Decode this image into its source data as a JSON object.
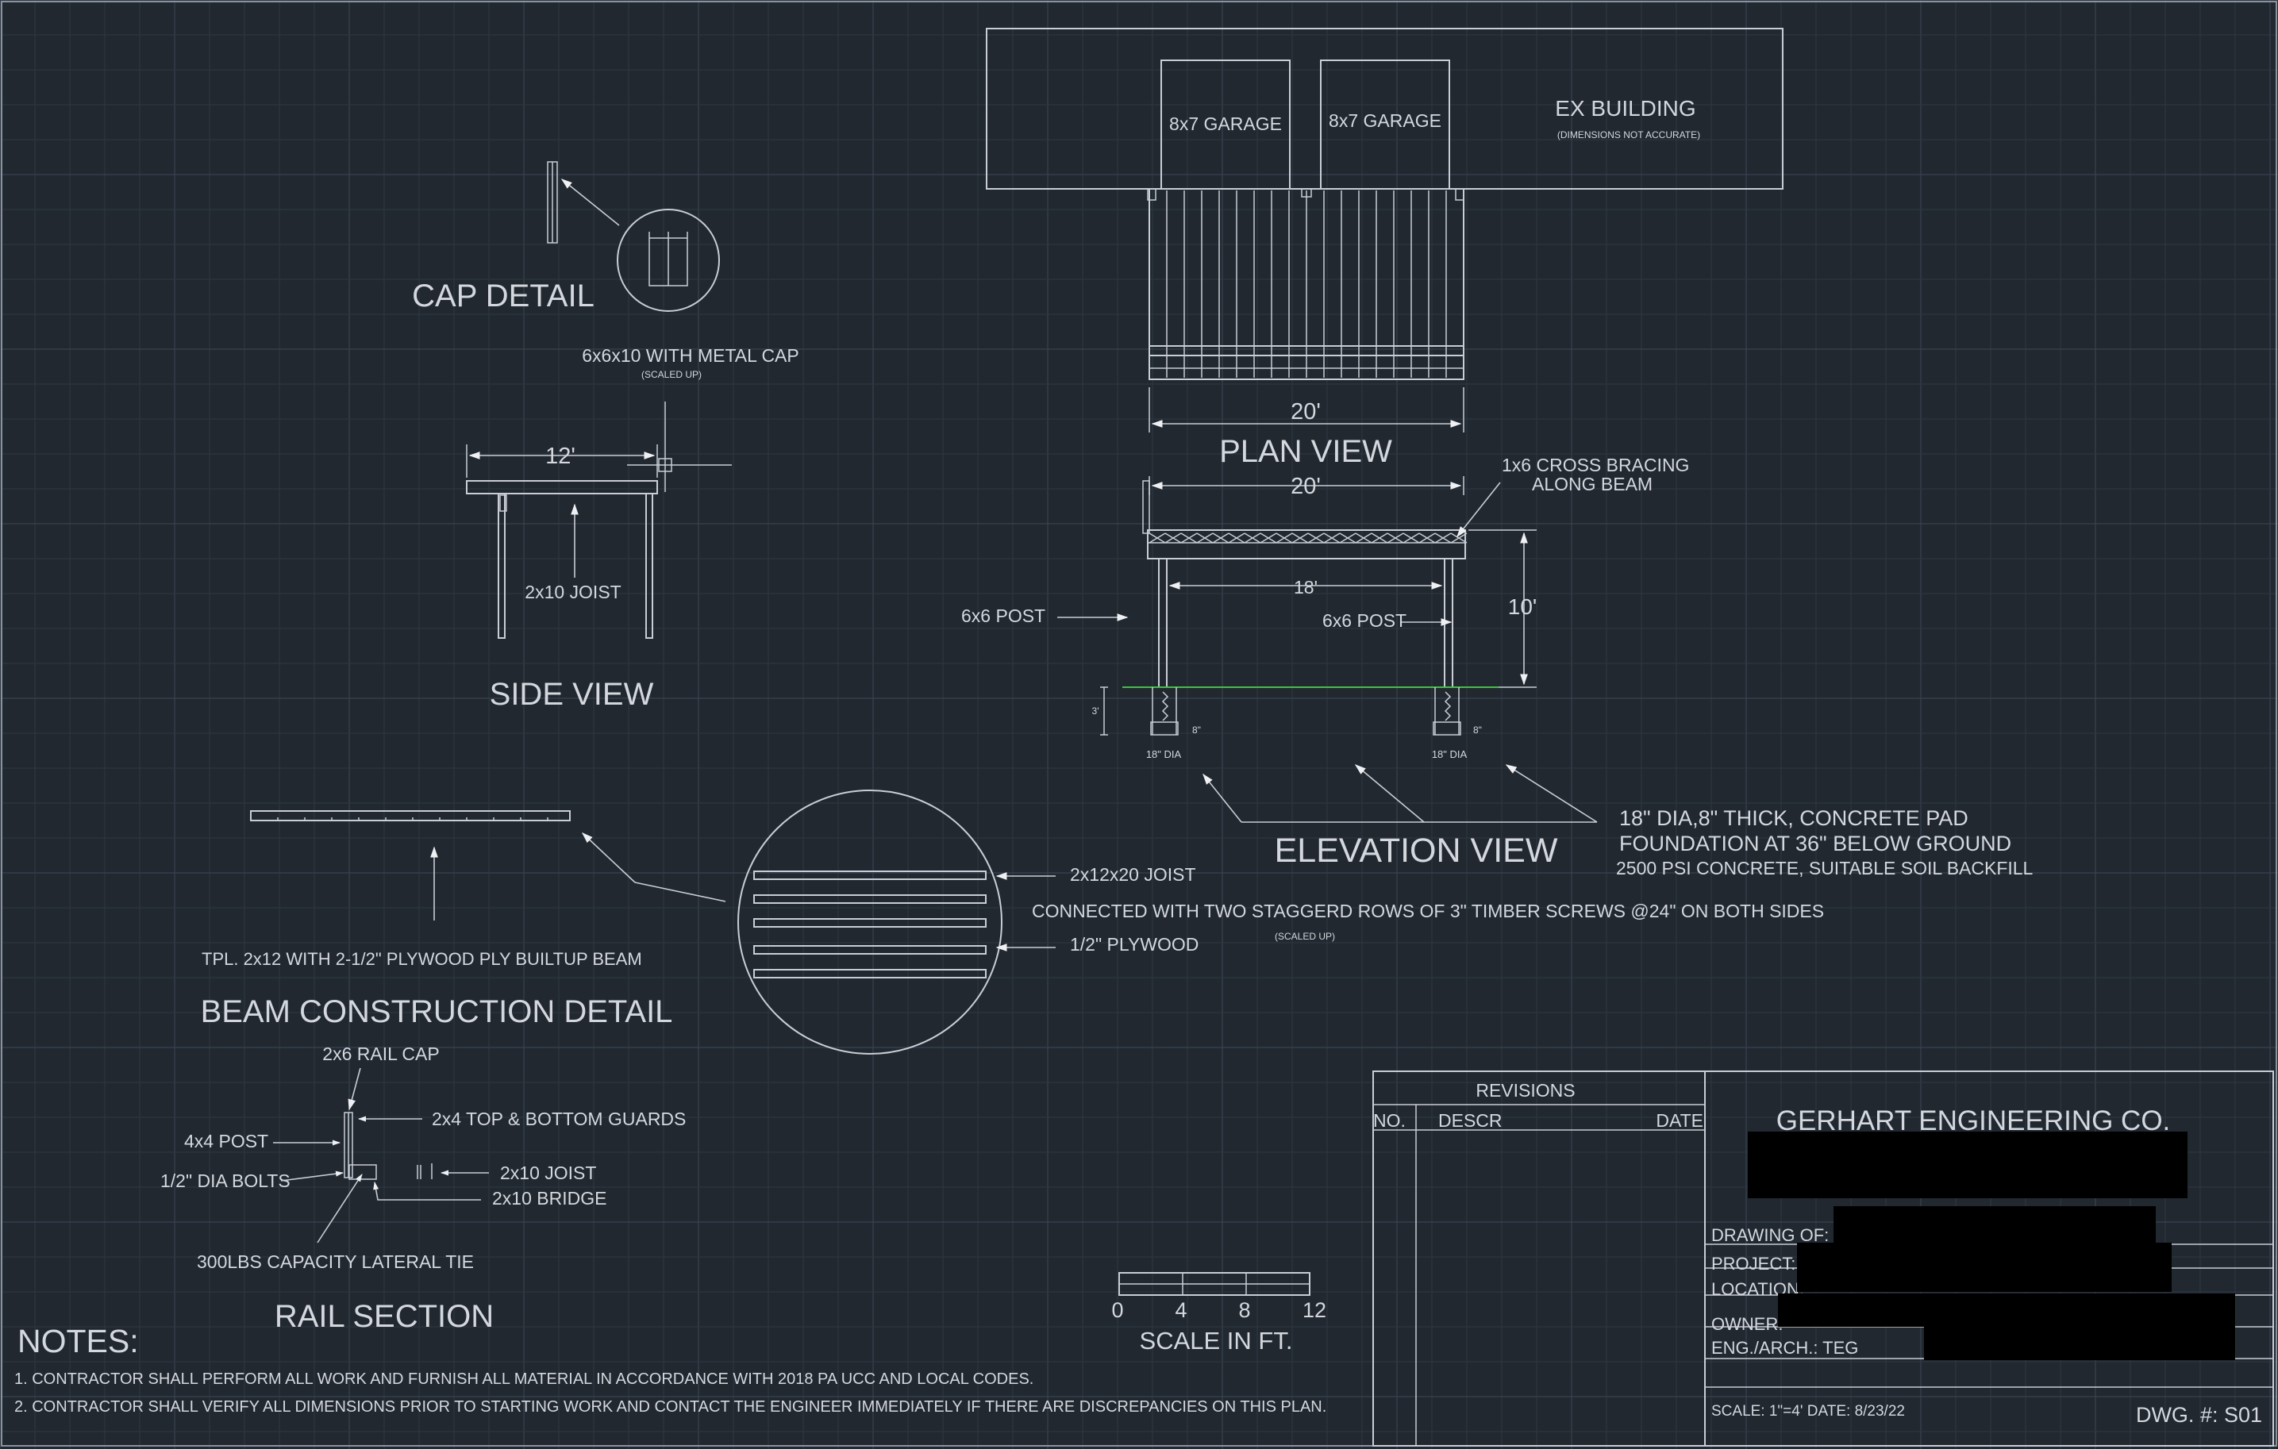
{
  "views": {
    "cap_detail": {
      "title": "CAP DETAIL",
      "label": "6x6x10 WITH METAL CAP",
      "note": "(SCALED UP)"
    },
    "side_view": {
      "title": "SIDE VIEW",
      "dim_12": "12'",
      "joist_label": "2x10 JOIST"
    },
    "plan_view": {
      "title": "PLAN VIEW",
      "dim_20": "20'",
      "garage_1": "8x7 GARAGE",
      "garage_2": "8x7 GARAGE",
      "ex_building": "EX BUILDING",
      "ex_building_note": "(DIMENSIONS NOT ACCURATE)"
    },
    "elevation_view": {
      "title": "ELEVATION VIEW",
      "dim_20": "20'",
      "dim_18": "18'",
      "dim_10": "10'",
      "dim_3": "3'",
      "cross_bracing_1": "1x6 CROSS BRACING",
      "cross_bracing_2": "ALONG BEAM",
      "post_left": "6x6 POST",
      "post_right": "6x6 POST",
      "pad_thk_left": "8\"",
      "pad_thk_right": "8\"",
      "pad_dia_left": "18\" DIA",
      "pad_dia_right": "18\" DIA",
      "foundation_1": "18\" DIA,8\" THICK, CONCRETE PAD",
      "foundation_2": "FOUNDATION AT 36\" BELOW GROUND",
      "foundation_3": "2500 PSI CONCRETE, SUITABLE SOIL BACKFILL"
    },
    "beam_detail": {
      "title": "BEAM CONSTRUCTION DETAIL",
      "label": "TPL. 2x12 WITH 2-1/2\" PLYWOOD PLY BUILTUP BEAM",
      "joist": "2x12x20 JOIST",
      "connection": "CONNECTED WITH TWO STAGGERD ROWS OF 3\" TIMBER SCREWS @24\" ON BOTH SIDES",
      "note": "(SCALED UP)",
      "plywood": "1/2\" PLYWOOD"
    },
    "rail_section": {
      "title": "RAIL SECTION",
      "rail_cap": "2x6 RAIL CAP",
      "post": "4x4 POST",
      "guards": "2x4 TOP & BOTTOM GUARDS",
      "bolts": "1/2\" DIA BOLTS",
      "joist": "2x10 JOIST",
      "bridge": "2x10 BRIDGE",
      "lateral_tie": "300LBS CAPACITY LATERAL TIE"
    }
  },
  "scale_bar": {
    "ticks": [
      "0",
      "4",
      "8",
      "12"
    ],
    "label": "SCALE IN FT."
  },
  "notes": {
    "title": "NOTES:",
    "items": [
      "1. CONTRACTOR SHALL PERFORM ALL WORK AND FURNISH ALL MATERIAL IN ACCORDANCE WITH 2018 PA UCC AND LOCAL CODES.",
      "2. CONTRACTOR SHALL VERIFY ALL DIMENSIONS PRIOR TO STARTING WORK AND CONTACT THE ENGINEER IMMEDIATELY IF THERE ARE DISCREPANCIES ON THIS PLAN."
    ]
  },
  "title_block": {
    "revisions": "REVISIONS",
    "col_no": "NO.",
    "col_descr": "DESCR",
    "col_date": "DATE",
    "company": "GERHART ENGINEERING CO.",
    "drawing_of": "DRAWING OF:",
    "project": "PROJECT:",
    "location": "LOCATION:",
    "owner": "OWNER:",
    "eng_arch": "ENG./ARCH.: TEG",
    "scale_date": "SCALE: 1\"=4' DATE: 8/23/22",
    "dwg": "DWG. #:  S01"
  },
  "colors": {
    "background": "#212830",
    "linework": "#c9ced6",
    "ground_line": "#3cc43c",
    "redaction": "#000000"
  }
}
